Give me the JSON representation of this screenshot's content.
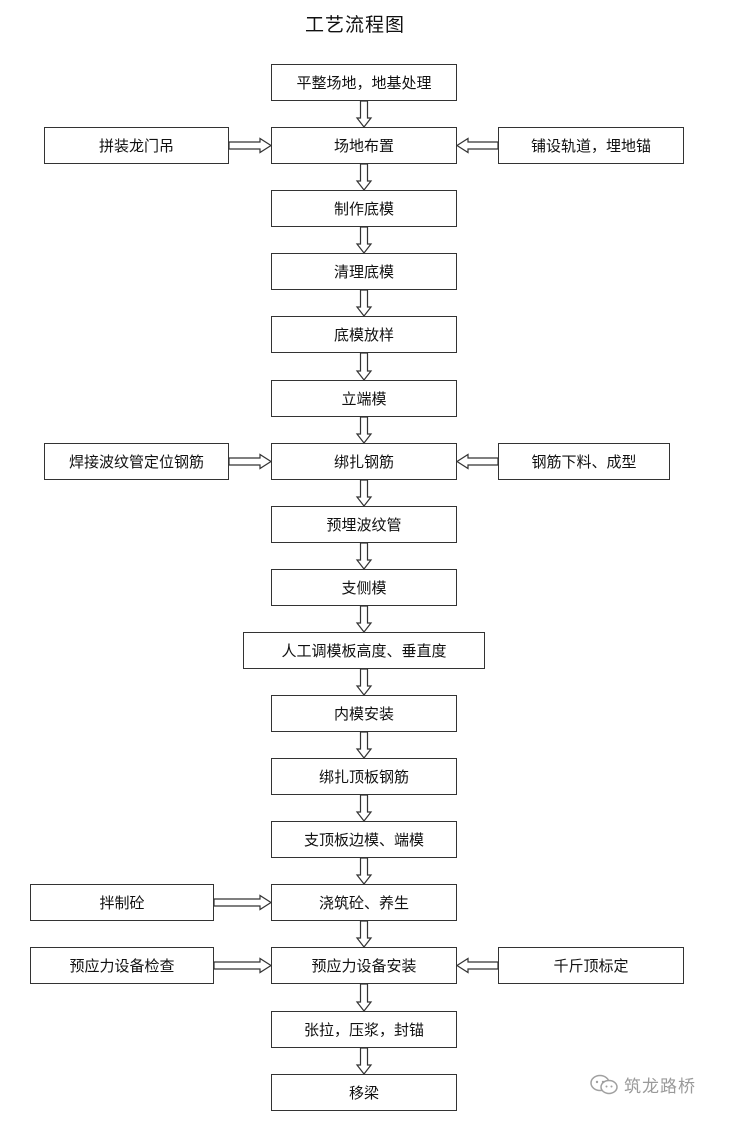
{
  "title": "工艺流程图",
  "main_steps": [
    "平整场地，地基处理",
    "场地布置",
    "制作底模",
    "清理底模",
    "底模放样",
    "立端模",
    "绑扎钢筋",
    "预埋波纹管",
    "支侧模",
    "人工调模板高度、垂直度",
    "内模安装",
    "绑扎顶板钢筋",
    "支顶板边模、端模",
    "浇筑砼、养生",
    "预应力设备安装",
    "张拉，压浆，封锚",
    "移梁"
  ],
  "side_inputs": [
    {
      "label": "拼装龙门吊",
      "side": "left",
      "target_step": 1
    },
    {
      "label": "铺设轨道，埋地锚",
      "side": "right",
      "target_step": 1
    },
    {
      "label": "焊接波纹管定位钢筋",
      "side": "left",
      "target_step": 6
    },
    {
      "label": "钢筋下料、成型",
      "side": "right",
      "target_step": 6
    },
    {
      "label": "拌制砼",
      "side": "left",
      "target_step": 13
    },
    {
      "label": "预应力设备检查",
      "side": "left",
      "target_step": 14
    },
    {
      "label": "千斤顶标定",
      "side": "right",
      "target_step": 14
    }
  ],
  "watermark": "筑龙路桥"
}
